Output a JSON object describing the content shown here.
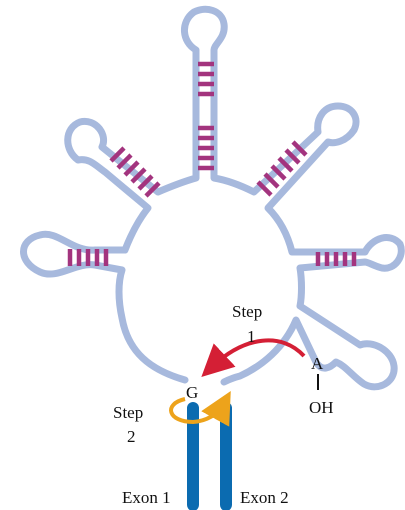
{
  "labels": {
    "step1_word": "Step",
    "step1_num": "1",
    "step2_word": "Step",
    "step2_num": "2",
    "guanosine": "G",
    "adenosine": "A",
    "hydroxyl": "OH",
    "exon1": "Exon 1",
    "exon2": "Exon 2"
  },
  "colors": {
    "rna_backbone": "#a7b9dd",
    "base_pairs": "#a3347e",
    "exons": "#0b6bb0",
    "step1_arrow": "#d41f35",
    "step2_arrow": "#eda31b",
    "text": "#111111"
  },
  "icons": {
    "step1_arrow": "curved-arrow-icon",
    "step2_arrow": "circular-arrow-icon"
  }
}
